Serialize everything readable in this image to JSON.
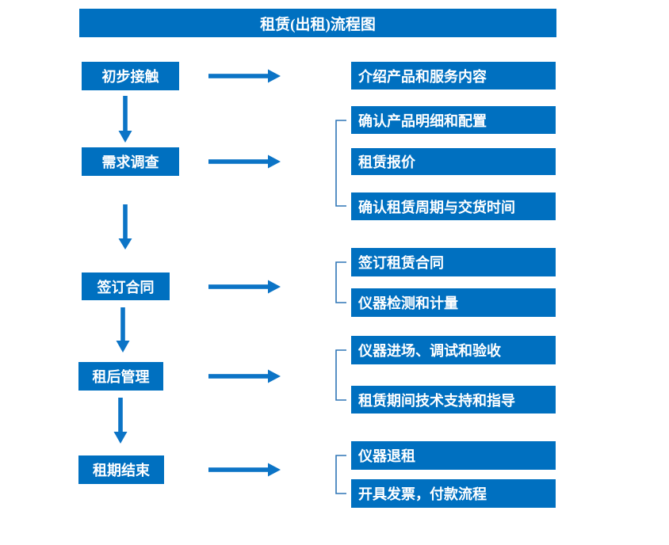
{
  "title": "租赁(出租)流程图",
  "colors": {
    "box_blue": "#0070C0",
    "arrow_blue": "#0C74C6",
    "bracket_blue": "#2E75B6",
    "text_white": "#FFFFFF",
    "background": "#FFFFFF"
  },
  "steps": [
    {
      "label": "初步接触",
      "details": [
        "介绍产品和服务内容"
      ]
    },
    {
      "label": "需求调查",
      "details": [
        "确认产品明细和配置",
        "租赁报价",
        "确认租赁周期与交货时间"
      ]
    },
    {
      "label": "签订合同",
      "details": [
        "签订租赁合同",
        "仪器检测和计量"
      ]
    },
    {
      "label": "租后管理",
      "details": [
        "仪器进场、调试和验收",
        "租赁期间技术支持和指导"
      ]
    },
    {
      "label": "租期结束",
      "details": [
        "仪器退租",
        "开具发票，付款流程"
      ]
    }
  ]
}
